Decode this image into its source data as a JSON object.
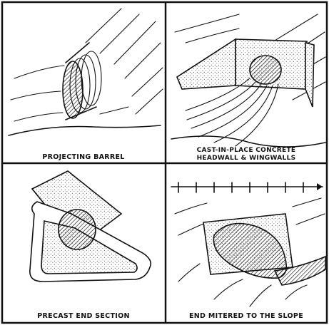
{
  "panels": [
    {
      "caption_lines": [
        "PROJECTING BARREL"
      ]
    },
    {
      "caption_lines": [
        "CAST-IN-PLACE CONCRETE",
        "HEADWALL & WINGWALLS"
      ]
    },
    {
      "caption_lines": [
        "PRECAST END SECTION"
      ]
    },
    {
      "caption_lines": [
        "END MITERED TO THE SLOPE"
      ]
    }
  ]
}
